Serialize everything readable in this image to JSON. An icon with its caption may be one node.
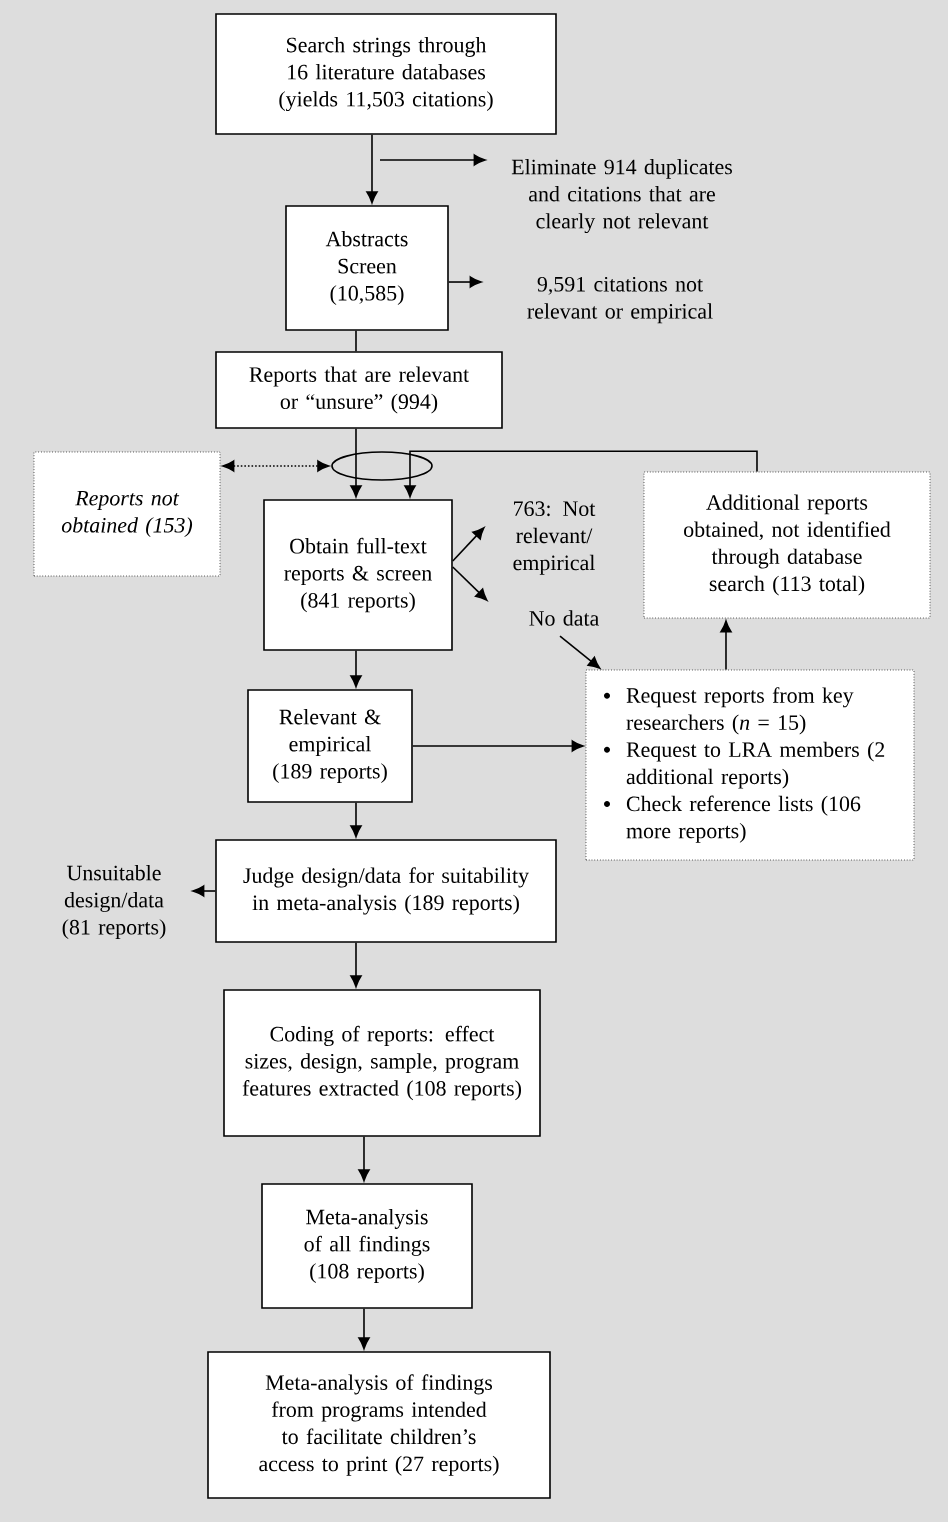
{
  "diagram": {
    "nodes": [
      {
        "text": [
          "Search strings through 16 literature databases (yields 11,503 citations)"
        ]
      },
      {
        "text": [
          "Eliminate 914 duplicates and citations that are clearly not relevant"
        ]
      },
      {
        "text": [
          "Abstracts Screen (10,585)"
        ]
      },
      {
        "text": [
          "9,591 citations not relevant or empirical"
        ]
      },
      {
        "text": [
          "Reports that are relevant or “unsure” (994)"
        ]
      },
      {
        "text": [
          "Reports not obtained (153)"
        ]
      },
      {
        "text": [],
        "shape": "ellipse"
      },
      {
        "text": [
          "Obtain full-text reports & screen (841 reports)"
        ]
      },
      {
        "text": [
          "763: Not relevant/ empirical"
        ]
      },
      {
        "text": [
          "No data"
        ]
      },
      {
        "text": [
          "Additional reports obtained, not identified through database search (113 total)"
        ]
      },
      {
        "text": [
          "Relevant & empirical (189 reports)"
        ]
      },
      {
        "text": [
          "Request reports from key researchers (*n* = 15)",
          "Request to LRA members (2 additional reports)",
          "Check reference lists (106 more reports)"
        ]
      },
      {
        "text": [
          "Unsuitable design/data (81 reports)"
        ]
      },
      {
        "text": [
          "Judge design/data for suitability in meta-analysis (189 reports)"
        ]
      },
      {
        "text": [
          "Coding of reports: effect sizes, design, sample, program features extracted (108 reports)"
        ]
      },
      {
        "text": [
          "Meta-analysis of all findings (108 reports)"
        ]
      },
      {
        "text": [
          "Meta-analysis of findings from programs intended to facilitate children’s access to print (27 reports)"
        ]
      }
    ],
    "edges": [
      {
        "from": 0,
        "to": 2,
        "arrow": "to"
      },
      {
        "from": null,
        "to": 1,
        "arrow": "to"
      },
      {
        "from": 2,
        "to": 3,
        "arrow": "to"
      },
      {
        "from": 2,
        "to": 4,
        "arrow": "none"
      },
      {
        "from": 5,
        "to": 6,
        "arrow": "both",
        "style": "dashed"
      },
      {
        "from": 4,
        "to": 7,
        "arrow": "to"
      },
      {
        "from": 10,
        "to": 7,
        "arrow": "to"
      },
      {
        "from": 7,
        "to": 8,
        "arrow": "to"
      },
      {
        "from": 7,
        "to": 9,
        "arrow": "to"
      },
      {
        "from": 9,
        "to": 12,
        "arrow": "to"
      },
      {
        "from": 7,
        "to": 11,
        "arrow": "to"
      },
      {
        "from": 11,
        "to": 12,
        "arrow": "to"
      },
      {
        "from": 12,
        "to": 10,
        "arrow": "to"
      },
      {
        "from": 11,
        "to": 14,
        "arrow": "to"
      },
      {
        "from": 14,
        "to": 13,
        "arrow": "to"
      },
      {
        "from": 14,
        "to": 15,
        "arrow": "to"
      },
      {
        "from": 15,
        "to": 16,
        "arrow": "to"
      },
      {
        "from": 16,
        "to": 17,
        "arrow": "to"
      }
    ]
  }
}
